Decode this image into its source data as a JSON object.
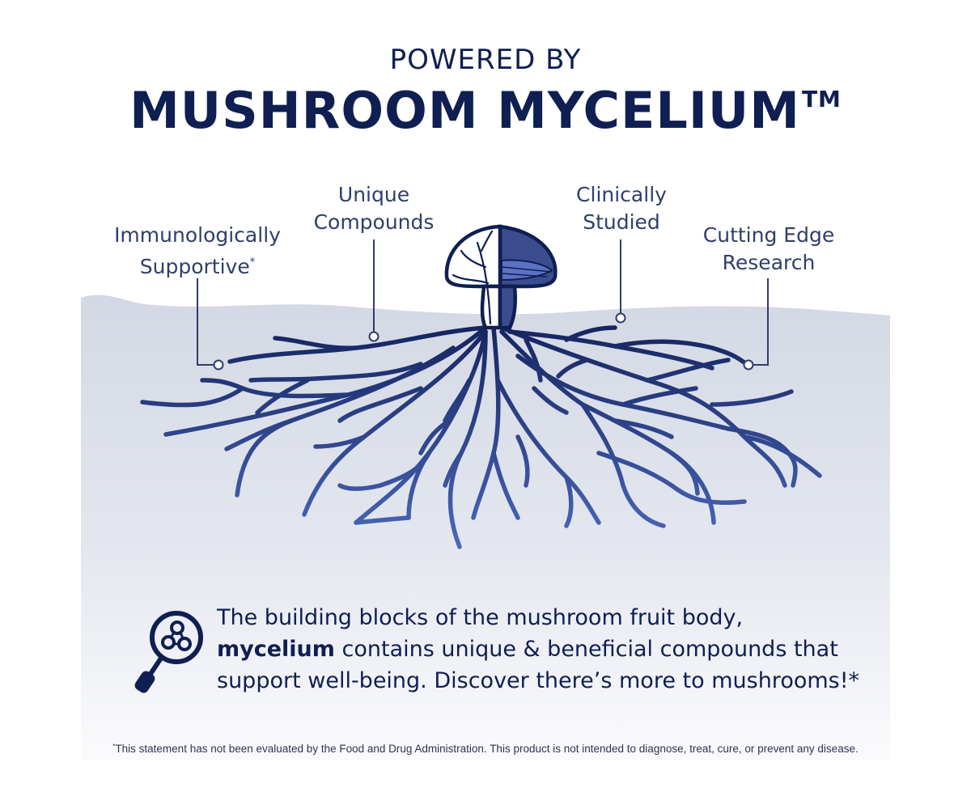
{
  "header": {
    "pretitle": "POWERED BY",
    "title": "MUSHROOM MYCELIUM",
    "trademark": "TM"
  },
  "callouts": {
    "immunologically": {
      "line1": "Immunologically",
      "line2": "Supportive",
      "mark": "*"
    },
    "unique": {
      "line1": "Unique",
      "line2": "Compounds"
    },
    "clinically": {
      "line1": "Clinically",
      "line2": "Studied"
    },
    "cutting_edge": {
      "line1": "Cutting Edge",
      "line2": "Research"
    }
  },
  "info": {
    "text_before": "The building blocks of the mushroom fruit body, ",
    "highlight": "mycelium",
    "text_after": " contains unique & beneficial compounds that support well-being. Discover there’s more to mushrooms!*"
  },
  "disclaimer": {
    "mark": "*",
    "text": "This statement has not been evaluated by the Food and Drug Administration. This product is not intended to diagnose, treat, cure, or prevent any disease."
  },
  "icons": {
    "mushroom": "mushroom-icon",
    "roots": "mycelium-roots-illustration",
    "magnifier": "magnifier-molecule-icon"
  },
  "colors": {
    "navy": "#0f1f52",
    "callout_text": "#2f3f6b",
    "root_dark": "#14245e",
    "root_light": "#4a63b3",
    "cap_fill": "#3b4c8f",
    "gill_fill": "#5b72c4",
    "ground_top": "#d7dbe6",
    "ground_bottom": "#fbfbfd"
  }
}
